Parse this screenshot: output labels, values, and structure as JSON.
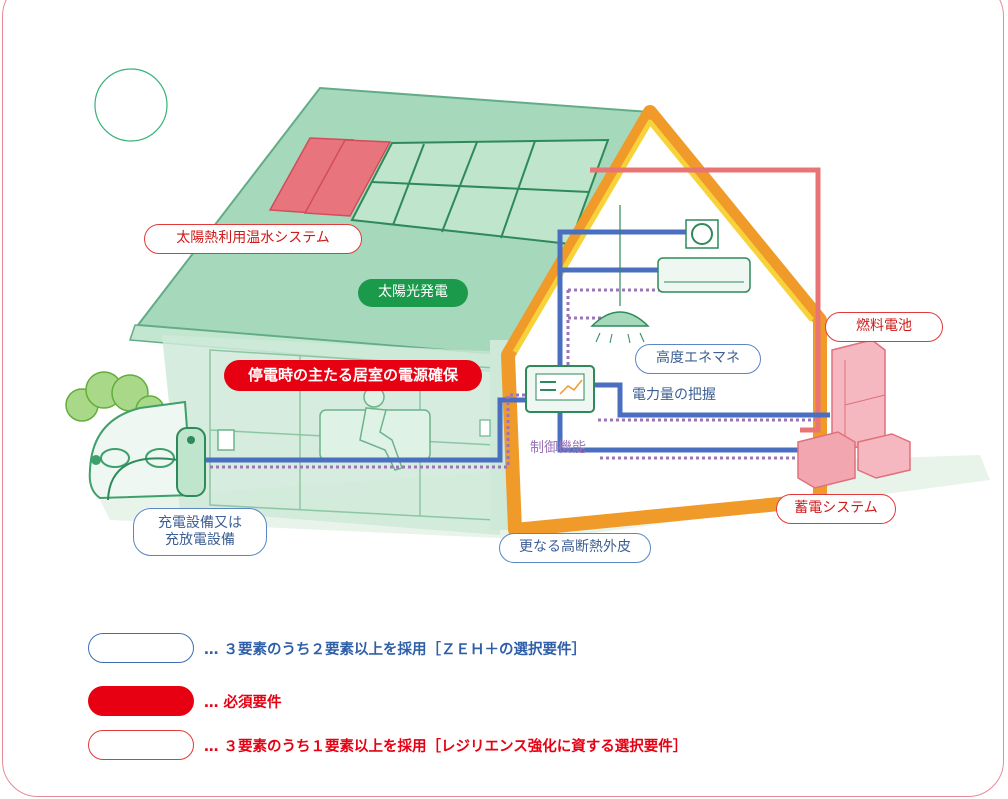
{
  "labels": {
    "solar_thermal": "太陽熱利用温水システム",
    "pv": "太陽光発電",
    "outage_room": "停電時の主たる居室の電源確保",
    "hems": "高度エネマネ",
    "power_grasp": "電力量の把握",
    "control": "制御機能",
    "fuel_cell": "燃料電池",
    "storage": "蓄電システム",
    "insulation": "更なる高断熱外皮",
    "charger_line1": "充電設備又は",
    "charger_line2": "充放電設備"
  },
  "legend": {
    "blue_outline": "…  ３要素のうち２要素以上を採用［ＺＥＨ＋の選択要件］",
    "red_filled": "…  必須要件",
    "red_outline": "…  ３要素のうち１要素以上を採用［レジリエンス強化に資する選択要件］"
  },
  "colors": {
    "frame": "#e88a96",
    "blue_line": "#4a6fc0",
    "purple_dotted": "#9c74b8",
    "red_line": "#e87474",
    "green_badge": "#1a9a4a",
    "required_red": "#e60012"
  }
}
